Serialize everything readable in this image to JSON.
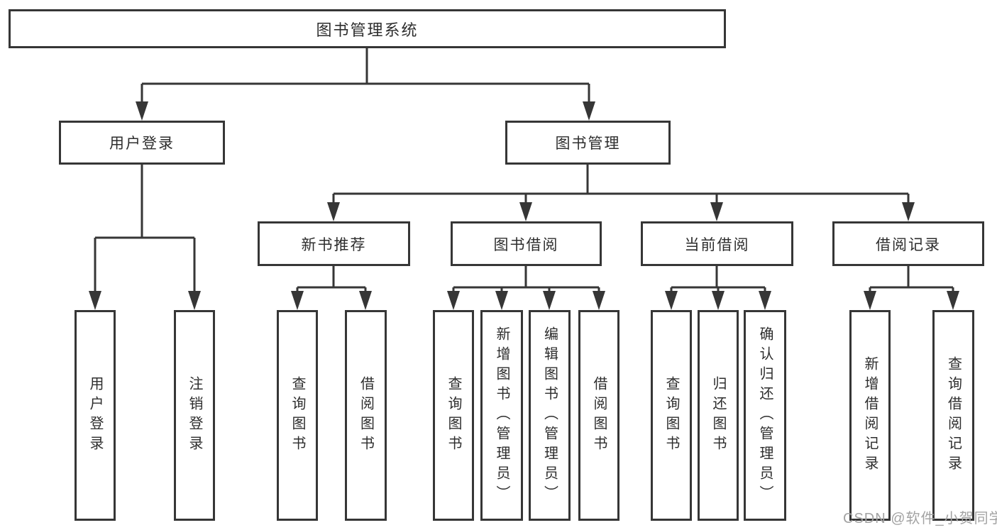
{
  "diagram": {
    "root": {
      "label": "图书管理系统"
    },
    "level2": [
      {
        "label": "用户登录"
      },
      {
        "label": "图书管理"
      }
    ],
    "level3": [
      {
        "label": "新书推荐"
      },
      {
        "label": "图书借阅"
      },
      {
        "label": "当前借阅"
      },
      {
        "label": "借阅记录"
      }
    ],
    "leaves": [
      {
        "label": "用户登录"
      },
      {
        "label": "注销登录"
      },
      {
        "label": "查询图书"
      },
      {
        "label": "借阅图书"
      },
      {
        "label": "查询图书"
      },
      {
        "label": "新增图书（管理员）"
      },
      {
        "label": "编辑图书（管理员）"
      },
      {
        "label": "借阅图书"
      },
      {
        "label": "查询图书"
      },
      {
        "label": "归还图书"
      },
      {
        "label": "确认归还（管理员）"
      },
      {
        "label": "新增借阅记录"
      },
      {
        "label": "查询借阅记录"
      }
    ]
  },
  "watermark": {
    "text": "CSDN @软件_小贺同学"
  },
  "colors": {
    "line": "#363636",
    "text": "#2d2d2d",
    "watermark": "#a3a3a3",
    "background": "#ffffff"
  }
}
